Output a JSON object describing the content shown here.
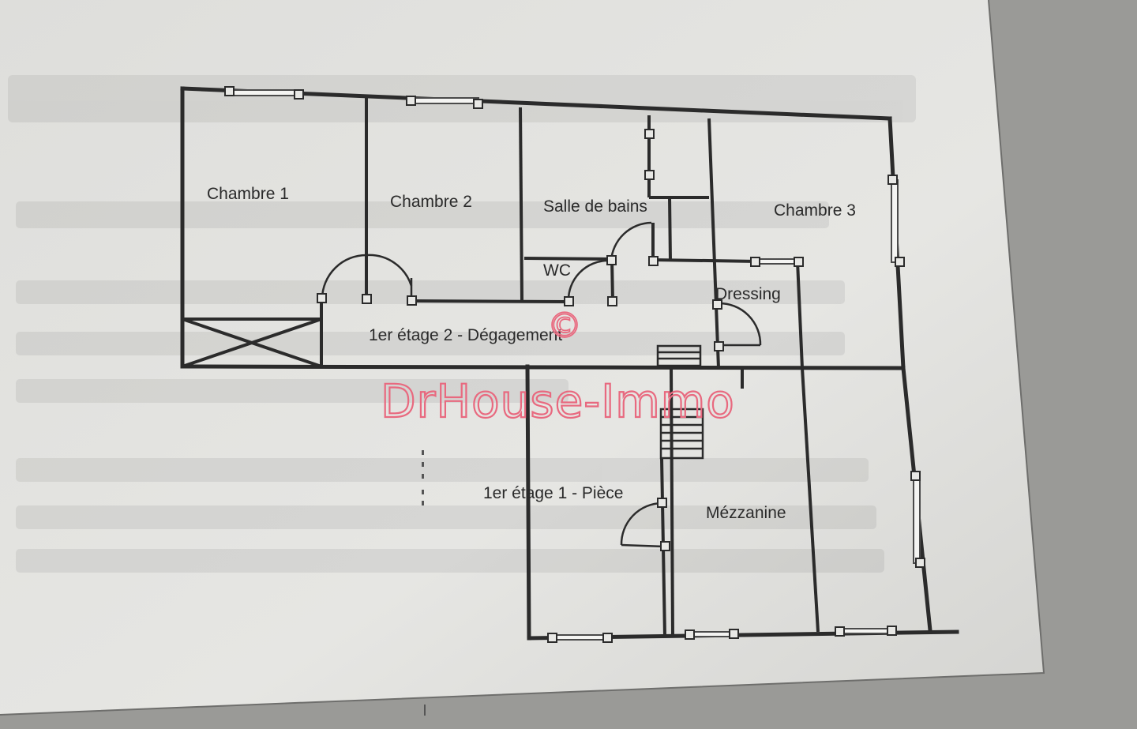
{
  "rooms": {
    "chambre1": "Chambre 1",
    "chambre2": "Chambre 2",
    "salle_de_bains": "Salle de bains",
    "chambre3": "Chambre 3",
    "wc": "WC",
    "dressing": "Dressing",
    "degagement": "1er étage 2 - Dégagement",
    "piece": "1er étage 1 - Pièce",
    "mezzanine": "Mézzanine"
  },
  "watermark": {
    "text": "DrHouse-Immo",
    "symbol": "©",
    "color": "#e8697f"
  },
  "colors": {
    "wall": "#2b2b2b",
    "paper": "#e3e3e0",
    "background": "#8f8f8c"
  }
}
